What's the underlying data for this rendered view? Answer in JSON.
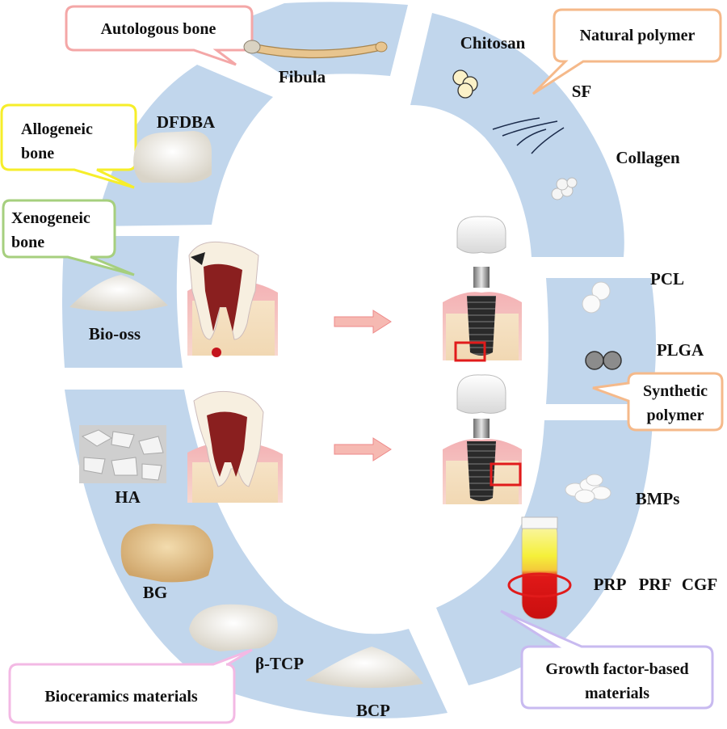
{
  "colors": {
    "ring": "#c1d6ec",
    "callout_pink": "#f4a7a7",
    "callout_yellow": "#f6ee2a",
    "callout_green": "#a6cf7e",
    "callout_orange": "#f5b98a",
    "callout_magenta": "#f3b9e4",
    "callout_lavender": "#c8baf0",
    "arrow": "#f6b9b2",
    "highlight_box": "#e11b1b"
  },
  "categories": {
    "autologous": "Autologous bone",
    "allogeneic_line1": "Allogeneic",
    "allogeneic_line2": "bone",
    "xenogeneic_line1": "Xenogeneic",
    "xenogeneic_line2": "bone",
    "natural_polymer": "Natural polymer",
    "synthetic_line1": "Synthetic",
    "synthetic_line2": "polymer",
    "bioceramics": "Bioceramics materials",
    "growth_line1": "Growth factor-based",
    "growth_line2": "materials"
  },
  "materials": {
    "fibula": "Fibula",
    "dfdba": "DFDBA",
    "bio_oss": "Bio-oss",
    "chitosan": "Chitosan",
    "sf": "SF",
    "collagen": "Collagen",
    "pcl": "PCL",
    "plga": "PLGA",
    "bmps": "BMPs",
    "prp": "PRP",
    "prf": "PRF",
    "cgf": "CGF",
    "ha": "HA",
    "bg": "BG",
    "b_tcp": "β-TCP",
    "bcp": "BCP"
  },
  "icons": [
    "bone-granules-icon",
    "tooth-icon",
    "dental-implant-icon",
    "arrow-right-icon",
    "test-tube-icon",
    "polymer-spheres-icon",
    "fiber-icon"
  ]
}
